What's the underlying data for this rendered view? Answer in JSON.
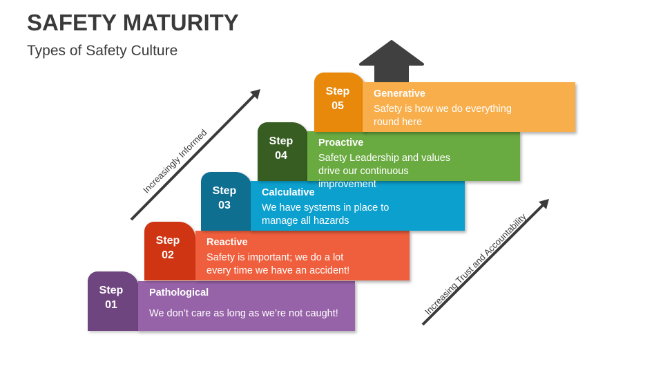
{
  "title": "SAFETY MATURITY",
  "subtitle": "Types of Safety Culture",
  "left_arrow_label": "Increasingly Informed",
  "right_arrow_label": "Increasing Trust and Accountability",
  "steps": [
    {
      "step": "Step",
      "num": "01",
      "title": "Pathological",
      "desc": "We don’t care as long as we’re not caught!",
      "tab_color": "#6f4580",
      "bar_color": "#9763a8"
    },
    {
      "step": "Step",
      "num": "02",
      "title": "Reactive",
      "desc": "Safety is important; we do a lot every time we have an accident!",
      "tab_color": "#d03513",
      "bar_color": "#f05f3d"
    },
    {
      "step": "Step",
      "num": "03",
      "title": "Calculative",
      "desc": "We have systems in place to manage all hazards",
      "tab_color": "#0e6f91",
      "bar_color": "#0ca0cf"
    },
    {
      "step": "Step",
      "num": "04",
      "title": "Proactive",
      "desc": "Safety Leadership and values drive our continuous improvement",
      "tab_color": "#375d22",
      "bar_color": "#6aab41"
    },
    {
      "step": "Step",
      "num": "05",
      "title": "Generative",
      "desc": "Safety is how we do everything round here",
      "tab_color": "#e8890b",
      "bar_color": "#f8ae4b"
    }
  ]
}
